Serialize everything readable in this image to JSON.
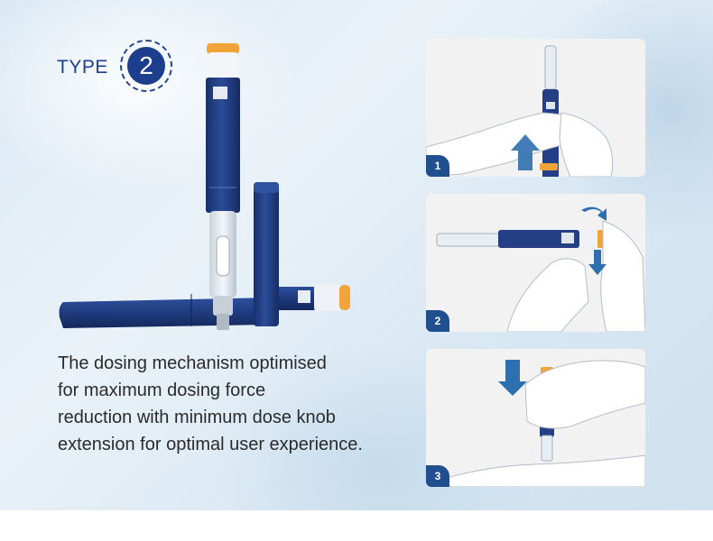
{
  "type_badge": {
    "label": "TYPE",
    "number": "2"
  },
  "description": {
    "lines": [
      "The dosing mechanism optimised",
      "for maximum dosing force",
      "reduction with minimum dose knob",
      "extension for optimal user experience."
    ]
  },
  "steps": [
    {
      "number": "1"
    },
    {
      "number": "2"
    },
    {
      "number": "3"
    }
  ],
  "colors": {
    "pen_body": "#1f3a7d",
    "cap_orange": "#f0a43a",
    "accent_arrow": "#2e6fb0",
    "badge": "#1d3e8c"
  }
}
